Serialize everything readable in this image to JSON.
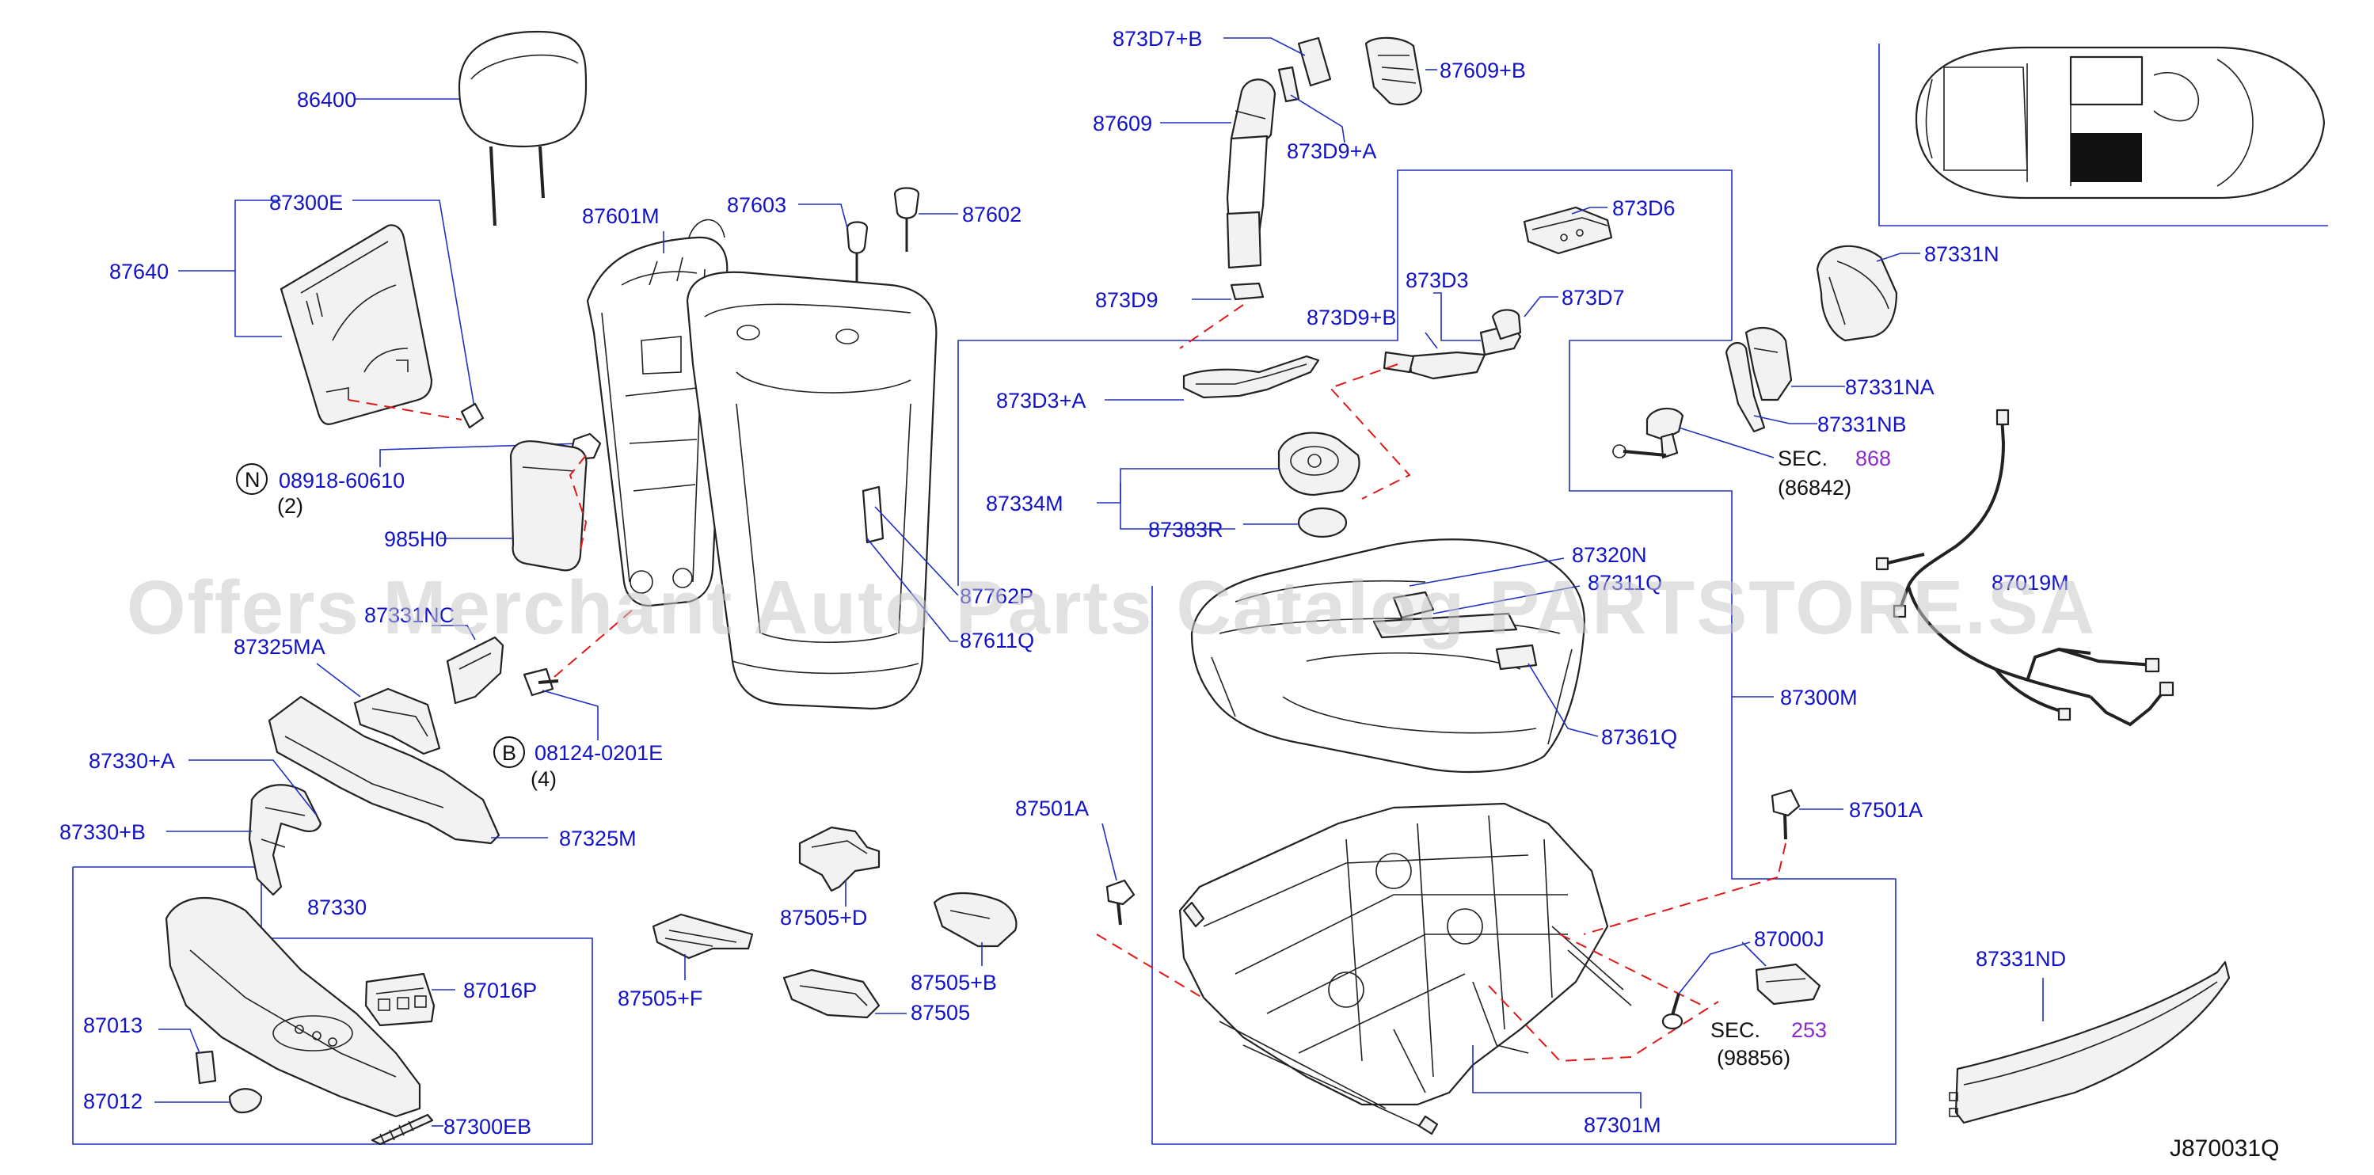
{
  "diagram": {
    "code": "J870031Q",
    "watermark": "Offers Merchant Auto Parts Catalog PARTSTORE.SA",
    "colors": {
      "part_number": "#1212c8",
      "section_ref": "#8a2bd0",
      "dashed_guide": "#e01818",
      "leader": "#2030c0"
    },
    "labels": {
      "p86400": "86400",
      "p87300E": "87300E",
      "p87640": "87640",
      "p08918": "08918-60610",
      "p08918_qty": "(2)",
      "p985H0": "985H0",
      "p87601M": "87601M",
      "p87603": "87603",
      "p87602": "87602",
      "p87331NC": "87331NC",
      "p87325MA": "87325MA",
      "p87762P": "87762P",
      "p87611Q": "87611Q",
      "p08124": "08124-0201E",
      "p08124_qty": "(4)",
      "p87330A": "87330+A",
      "p87330B": "87330+B",
      "p87325M": "87325M",
      "p87330": "87330",
      "p87016P": "87016P",
      "p87013": "87013",
      "p87012": "87012",
      "p87300EB": "87300EB",
      "p873D7B": "873D7+B",
      "p87609B": "87609+B",
      "p87609": "87609",
      "p873D9A": "873D9+A",
      "p873D9": "873D9",
      "p873D6": "873D6",
      "p873D3": "873D3",
      "p873D9B": "873D9+B",
      "p873D7": "873D7",
      "p873D3A": "873D3+A",
      "p87334M": "87334M",
      "p87383R": "87383R",
      "p87320N": "87320N",
      "p87311Q": "87311Q",
      "p87361Q": "87361Q",
      "p87501A_left": "87501A",
      "p87505D": "87505+D",
      "p87505F": "87505+F",
      "p87505B": "87505+B",
      "p87505": "87505",
      "p87331N": "87331N",
      "p87331NA": "87331NA",
      "p87331NB": "87331NB",
      "sec_label": "SEC.",
      "sec868": "868",
      "p86842": "(86842)",
      "p87019M": "87019M",
      "p87300M": "87300M",
      "p87501A_right": "87501A",
      "p87000J": "87000J",
      "sec253": "253",
      "p98856": "(98856)",
      "p87331ND": "87331ND",
      "p87301M": "87301M"
    },
    "callouts": {
      "N": "N",
      "B": "B"
    },
    "icons": [
      "headrest",
      "seatback-board",
      "seatback-frame",
      "seatback-pad",
      "seat-cushion",
      "seat-frame-rails",
      "seat-belt-buckle",
      "wire-harness",
      "car-top-view-locator"
    ]
  }
}
